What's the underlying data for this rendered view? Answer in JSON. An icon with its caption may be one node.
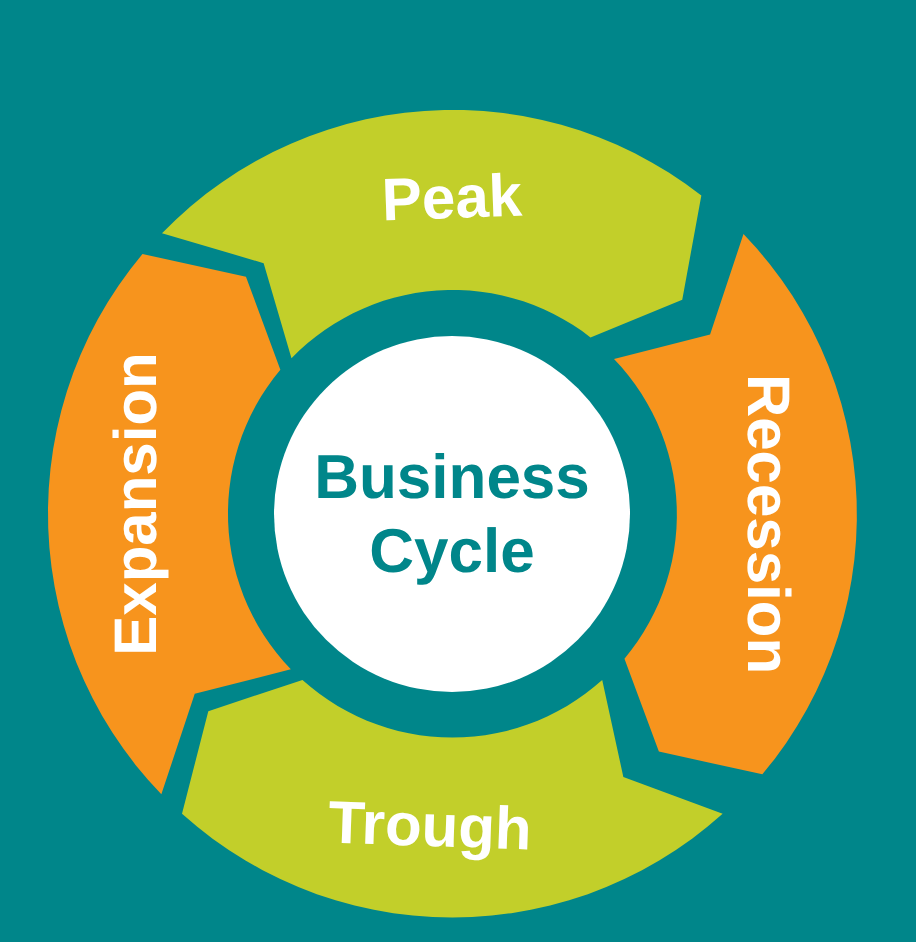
{
  "diagram": {
    "nodes": [
      {
        "text": [
          "Business Cycle"
        ]
      },
      {
        "text": [
          "Peak"
        ]
      },
      {
        "text": [
          "Recession"
        ]
      },
      {
        "text": [
          "Trough"
        ]
      },
      {
        "text": [
          "Expansion"
        ]
      }
    ]
  }
}
